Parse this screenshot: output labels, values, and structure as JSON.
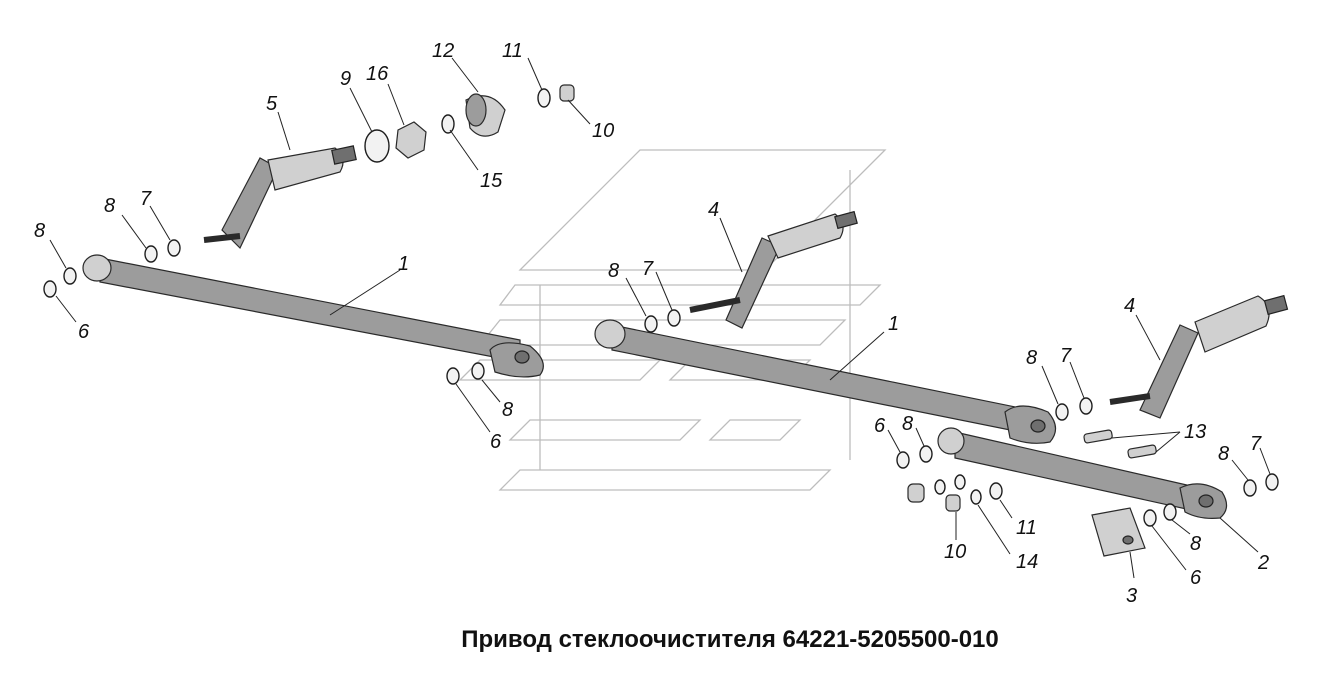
{
  "title": "Привод стеклоочистителя 64221-5205500-010",
  "callouts": [
    {
      "id": "c-12",
      "text": "12"
    },
    {
      "id": "c-11a",
      "text": "11"
    },
    {
      "id": "c-9",
      "text": "9"
    },
    {
      "id": "c-16",
      "text": "16"
    },
    {
      "id": "c-5",
      "text": "5"
    },
    {
      "id": "c-10a",
      "text": "10"
    },
    {
      "id": "c-15",
      "text": "15"
    },
    {
      "id": "c-8a",
      "text": "8"
    },
    {
      "id": "c-7a",
      "text": "7"
    },
    {
      "id": "c-8b",
      "text": "8"
    },
    {
      "id": "c-6a",
      "text": "6"
    },
    {
      "id": "c-1a",
      "text": "1"
    },
    {
      "id": "c-4a",
      "text": "4"
    },
    {
      "id": "c-8c",
      "text": "8"
    },
    {
      "id": "c-7b",
      "text": "7"
    },
    {
      "id": "c-8d",
      "text": "8"
    },
    {
      "id": "c-6b",
      "text": "6"
    },
    {
      "id": "c-1b",
      "text": "1"
    },
    {
      "id": "c-4b",
      "text": "4"
    },
    {
      "id": "c-8e",
      "text": "8"
    },
    {
      "id": "c-7c",
      "text": "7"
    },
    {
      "id": "c-6c",
      "text": "6"
    },
    {
      "id": "c-8f",
      "text": "8"
    },
    {
      "id": "c-13",
      "text": "13"
    },
    {
      "id": "c-8g",
      "text": "8"
    },
    {
      "id": "c-7d",
      "text": "7"
    },
    {
      "id": "c-11b",
      "text": "11"
    },
    {
      "id": "c-10b",
      "text": "10"
    },
    {
      "id": "c-14",
      "text": "14"
    },
    {
      "id": "c-8h",
      "text": "8"
    },
    {
      "id": "c-6d",
      "text": "6"
    },
    {
      "id": "c-2",
      "text": "2"
    },
    {
      "id": "c-3",
      "text": "3"
    }
  ]
}
